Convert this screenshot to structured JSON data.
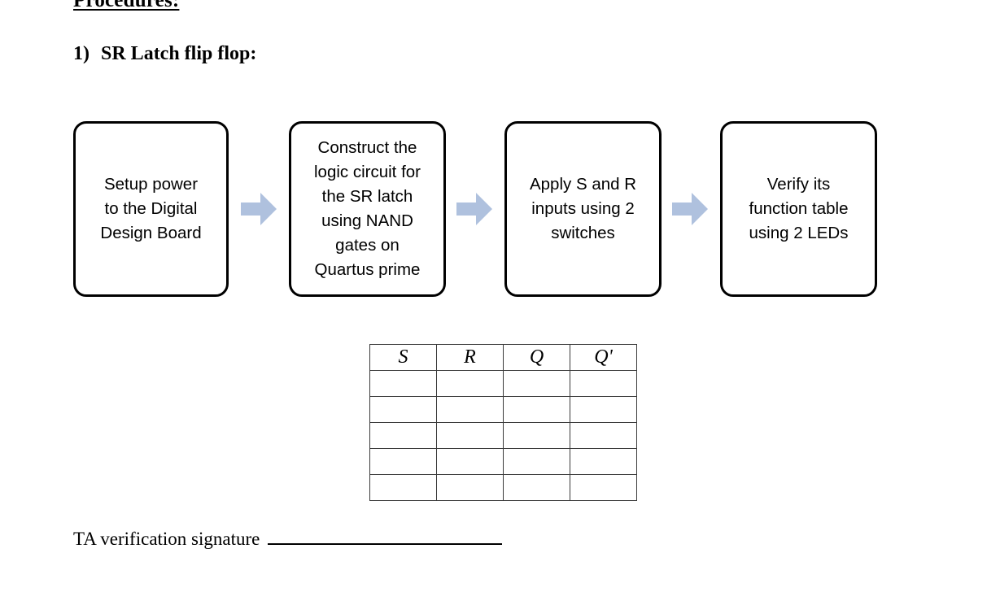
{
  "document": {
    "procedures_heading": "Procedures:",
    "step_number": "1)",
    "step_title": "SR Latch flip flop:"
  },
  "flowchart": {
    "arrow_color": "#AFC1DE",
    "box_border_color": "#000000",
    "boxes": [
      {
        "id": "setup-power",
        "text": "Setup power\nto the Digital\nDesign Board"
      },
      {
        "id": "construct-circuit",
        "text": "Construct the\nlogic circuit for\nthe SR latch\nusing NAND\ngates on\nQuartus prime"
      },
      {
        "id": "apply-inputs",
        "text": "Apply S and R\ninputs using 2\nswitches"
      },
      {
        "id": "verify-function-table",
        "text": "Verify its\nfunction table\nusing 2 LEDs"
      }
    ],
    "arrows": [
      {
        "id": "arrow-1",
        "glyph": "right-arrow-icon"
      },
      {
        "id": "arrow-2",
        "glyph": "right-arrow-icon"
      },
      {
        "id": "arrow-3",
        "glyph": "right-arrow-icon"
      }
    ]
  },
  "truth_table": {
    "headers": [
      "S",
      "R",
      "Q",
      "Q'"
    ],
    "rows": [
      [
        "",
        "",
        "",
        ""
      ],
      [
        "",
        "",
        "",
        ""
      ],
      [
        "",
        "",
        "",
        ""
      ],
      [
        "",
        "",
        "",
        ""
      ],
      [
        "",
        "",
        "",
        ""
      ]
    ]
  },
  "signature": {
    "label": "TA verification signature",
    "blank_value": ""
  }
}
